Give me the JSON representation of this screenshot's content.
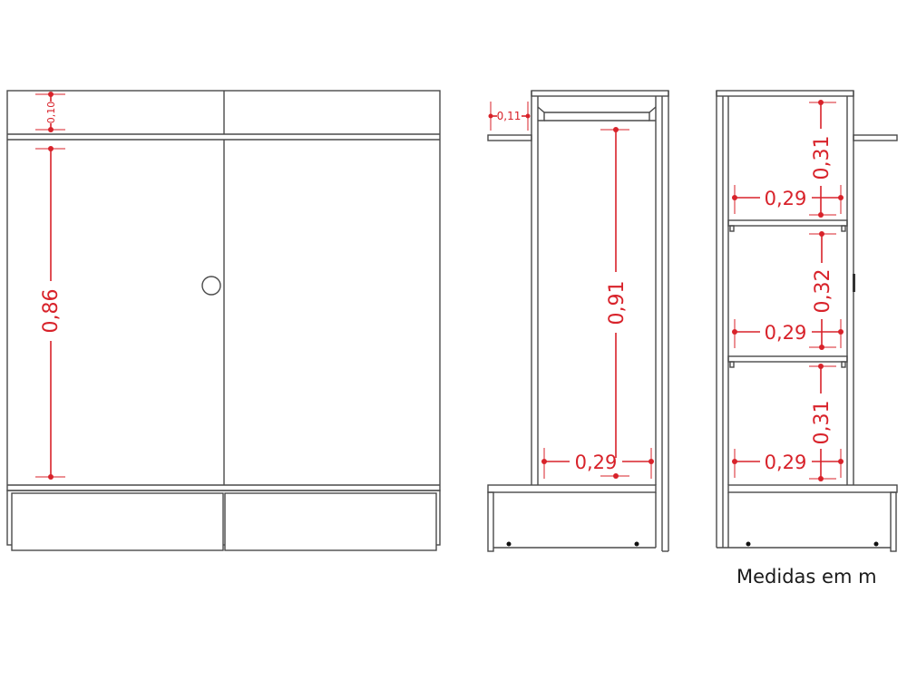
{
  "caption": "Medidas em m",
  "colors": {
    "outline": "#4a4a4a",
    "dimension": "#d8222a",
    "background": "#ffffff"
  },
  "front_view": {
    "dims": {
      "top_height": "0,10",
      "door_height": "0,86"
    }
  },
  "side_view_open": {
    "dims": {
      "overhang_depth": "0,11",
      "inner_height": "0,91",
      "inner_depth": "0,29"
    }
  },
  "side_view_shelves": {
    "dims": {
      "shelf1_height": "0,31",
      "shelf1_depth": "0,29",
      "shelf2_height": "0,32",
      "shelf2_depth": "0,29",
      "shelf3_height": "0,31",
      "shelf3_depth": "0,29"
    }
  }
}
